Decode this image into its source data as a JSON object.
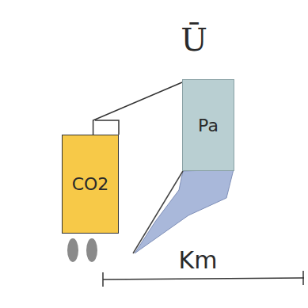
{
  "diagram": {
    "nodes": [
      {
        "text": [
          "CO2"
        ]
      },
      {
        "text": [
          "Pa"
        ]
      }
    ],
    "edges": [
      {
        "from": 1,
        "to": 0,
        "arrow": "none"
      }
    ],
    "labels": [
      "Ū",
      "Km"
    ]
  }
}
